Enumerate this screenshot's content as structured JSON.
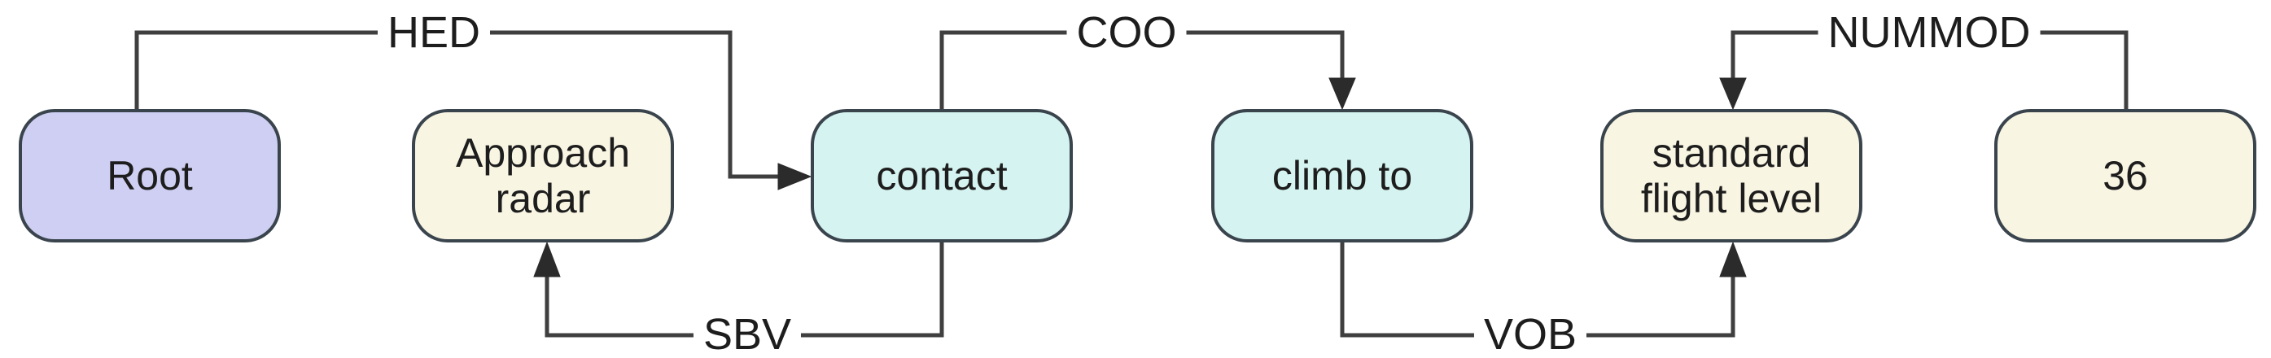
{
  "diagram": {
    "type": "dependency-parse-graph",
    "background": "#ffffff",
    "line_color": "#3f3f3f",
    "border_color": "#3a444d",
    "text_color": "#1d1d1d"
  },
  "nodes": [
    {
      "id": "root",
      "label": "Root",
      "fill": "#cfcff3"
    },
    {
      "id": "approach-radar",
      "label": "Approach radar",
      "fill": "#f9f5e3"
    },
    {
      "id": "contact",
      "label": "contact",
      "fill": "#d5f3f0"
    },
    {
      "id": "climb-to",
      "label": "climb to",
      "fill": "#d5f3f0"
    },
    {
      "id": "standard-flight-level",
      "label": "standard flight level",
      "fill": "#f9f5e3"
    },
    {
      "id": "36",
      "label": "36",
      "fill": "#f9f5e3"
    }
  ],
  "edges": [
    {
      "label": "HED",
      "from": "Root",
      "to": "contact"
    },
    {
      "label": "COO",
      "from": "contact",
      "to": "climb to"
    },
    {
      "label": "SBV",
      "from": "contact",
      "to": "Approach radar"
    },
    {
      "label": "VOB",
      "from": "climb to",
      "to": "standard flight level"
    },
    {
      "label": "NUMMOD",
      "from": "36",
      "to": "standard flight level"
    }
  ]
}
